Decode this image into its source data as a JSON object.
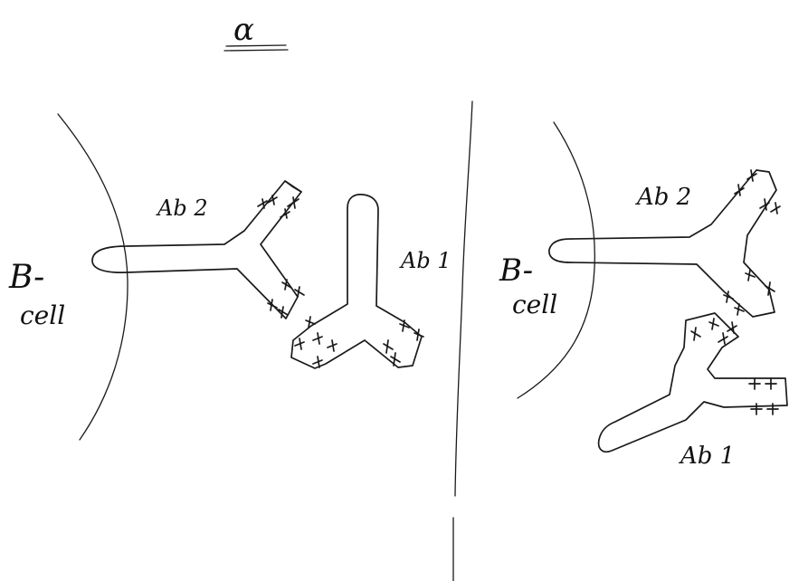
{
  "title": "α",
  "left_panel": {
    "cell_label_top": "B-",
    "cell_label_bottom": "cell",
    "ab2_label": "Ab 2",
    "ab1_label": "Ab 1"
  },
  "right_panel": {
    "cell_label_top": "B-",
    "cell_label_bottom": "cell",
    "ab2_label": "Ab 2",
    "ab1_label": "Ab 1"
  },
  "colors": {
    "ink": "#1a1a1a",
    "paper": "#ffffff"
  }
}
